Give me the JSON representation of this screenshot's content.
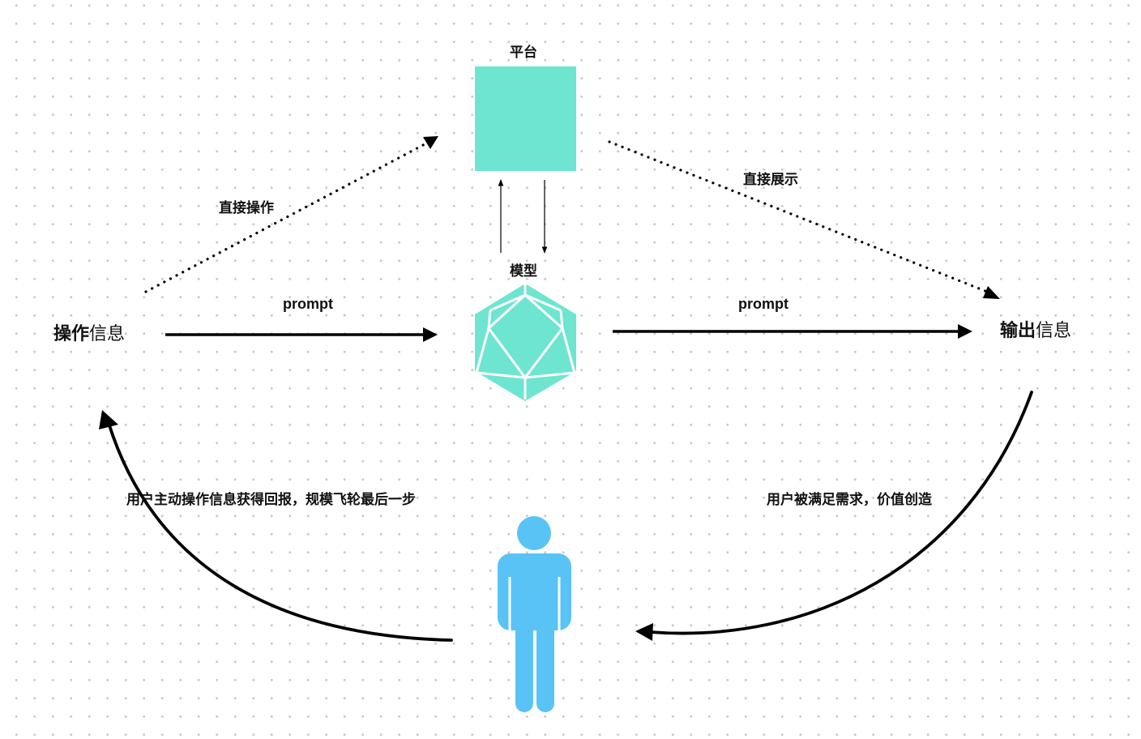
{
  "nodes": {
    "platform": {
      "label": "平台",
      "color": "#6ee5d1"
    },
    "model": {
      "label": "模型",
      "color": "#6ee5d1"
    },
    "user": {
      "color": "#5ac3f5"
    },
    "operate_info": {
      "label_strong": "操作",
      "label_light": "信息"
    },
    "output_info": {
      "label_strong": "输出",
      "label_light": "信息"
    }
  },
  "edges": {
    "direct_operate": {
      "label": "直接操作"
    },
    "direct_display": {
      "label": "直接展示"
    },
    "prompt_in": {
      "label": "prompt"
    },
    "prompt_out": {
      "label": "prompt"
    },
    "user_feedback": {
      "label": "用户主动操作信息获得回报，规模飞轮最后一步"
    },
    "user_value": {
      "label": "用户被满足需求，价值创造"
    }
  },
  "colors": {
    "accent_teal": "#6ee5d1",
    "person_blue": "#5ac3f5",
    "arrow": "#000000",
    "grid_dot": "#c9c9c9"
  }
}
